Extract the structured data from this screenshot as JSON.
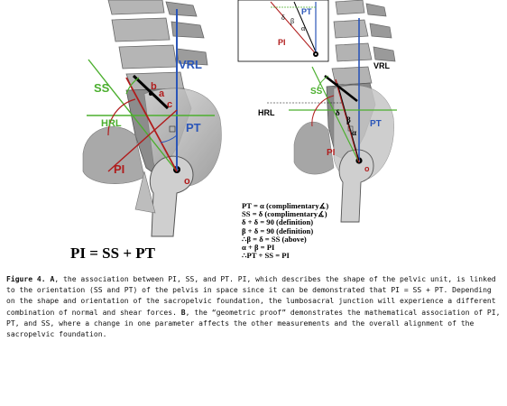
{
  "panel_a": {
    "labels": {
      "vrl": "VRL",
      "ss": "SS",
      "b": "b",
      "a": "a",
      "c": "c",
      "hrl": "HRL",
      "pt": "PT",
      "pi": "PI",
      "o": "o"
    },
    "equation": "PI = SS + PT"
  },
  "panel_b": {
    "labels": {
      "vrl": "VRL",
      "ss": "SS",
      "hrl": "HRL",
      "pt": "PT",
      "pi": "PI",
      "o": "o",
      "alpha": "α",
      "beta": "β",
      "delta": "δ"
    },
    "inset_labels": {
      "pt": "PT",
      "pi": "PI",
      "alpha": "α",
      "beta": "β",
      "delta": "δ"
    },
    "proof_lines": [
      "PT = α  (complimentary∡)",
      "SS =  δ  (complimentary∡)",
      "δ + δ = 90 (definition)",
      "β + δ = 90 (definition)",
      "∴β = δ = SS (above)",
      "α + β = PI",
      "∴PT + SS = PI"
    ]
  },
  "caption": {
    "figure_label": "Figure 4.",
    "part_a": "A",
    "text_a": ", the association between PI, SS, and PT. PI, which describes the shape of the pelvic unit, is linked to the orientation (SS and PT) of the pelvis in space since it can be demonstrated that PI = SS + PT. Depending on the shape and orientation of the sacropelvic foundation, the lumbosacral junction will experience a different combination of normal and shear forces. ",
    "part_b": "B",
    "text_b": ", the “geometric proof” demonstrates the mathematical association of PI, PT, and SS, where a change in one parameter affects the other measurements and the overall alignment of the sacropelvic foundation."
  }
}
